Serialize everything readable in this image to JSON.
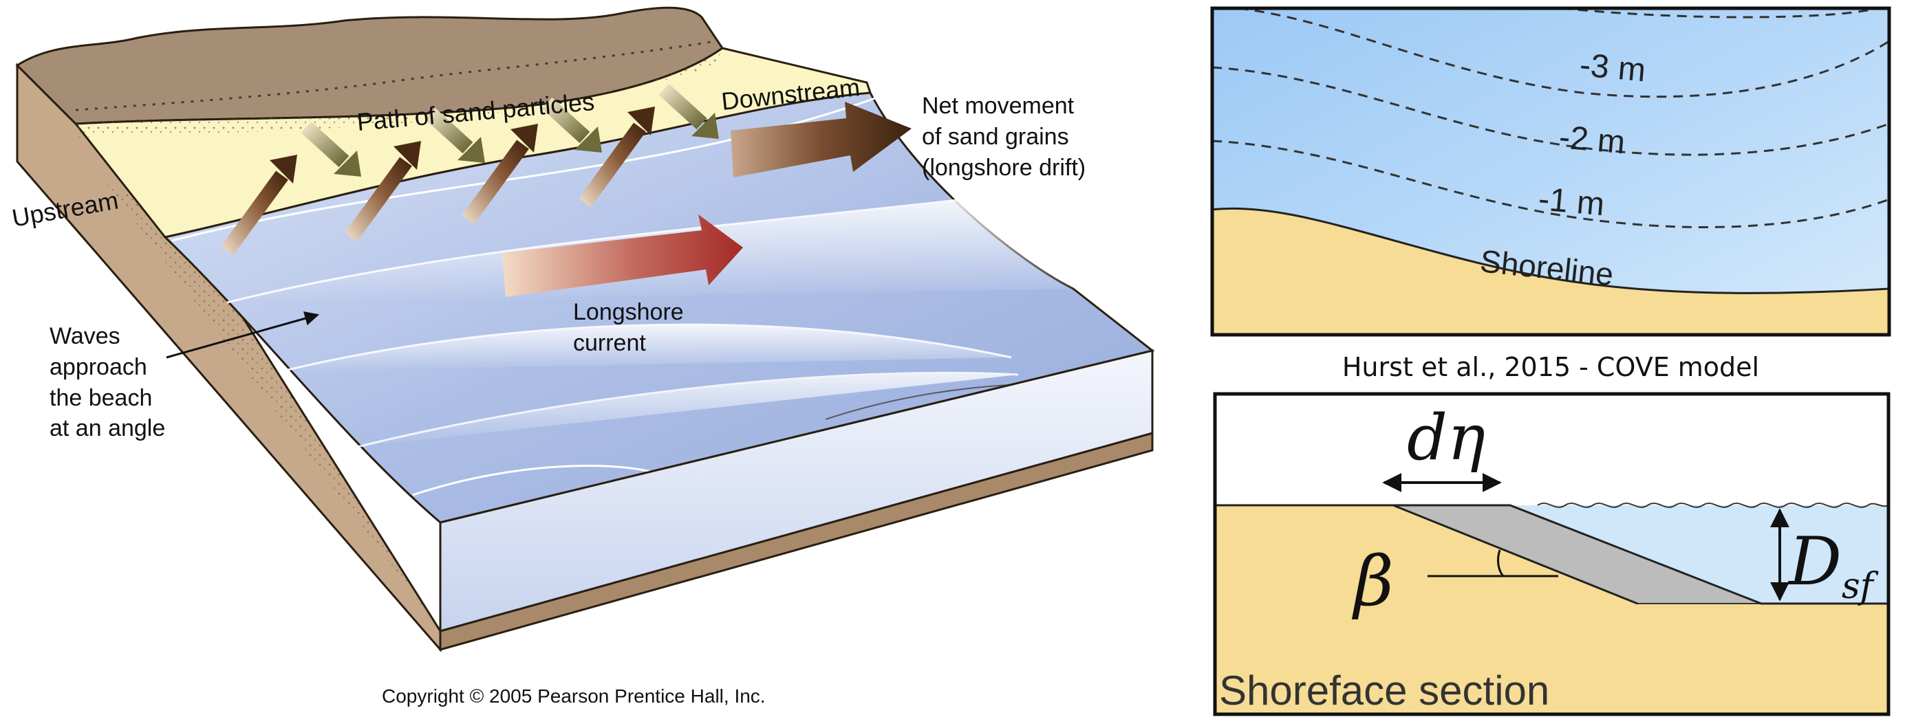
{
  "left_diagram": {
    "labels": {
      "upstream": "Upstream",
      "path_of_sand": "Path of sand particles",
      "downstream": "Downstream",
      "net_movement_1": "Net movement",
      "net_movement_2": "of sand grains",
      "net_movement_3": "(longshore drift)",
      "waves_1": "Waves",
      "waves_2": "approach",
      "waves_3": "the beach",
      "waves_4": "at an angle",
      "longshore_1": "Longshore",
      "longshore_2": "current"
    },
    "copyright": "Copyright © 2005 Pearson Prentice Hall, Inc."
  },
  "top_right_panel": {
    "contours": [
      "-3 m",
      "-2 m",
      "-1 m"
    ],
    "shoreline": "Shoreline"
  },
  "caption": "Hurst et al., 2015 - COVE model",
  "bottom_right_panel": {
    "d_eta": "dη",
    "beta": "β",
    "D_main": "D",
    "D_sub": "sf",
    "section_label": "Shoreface section"
  }
}
